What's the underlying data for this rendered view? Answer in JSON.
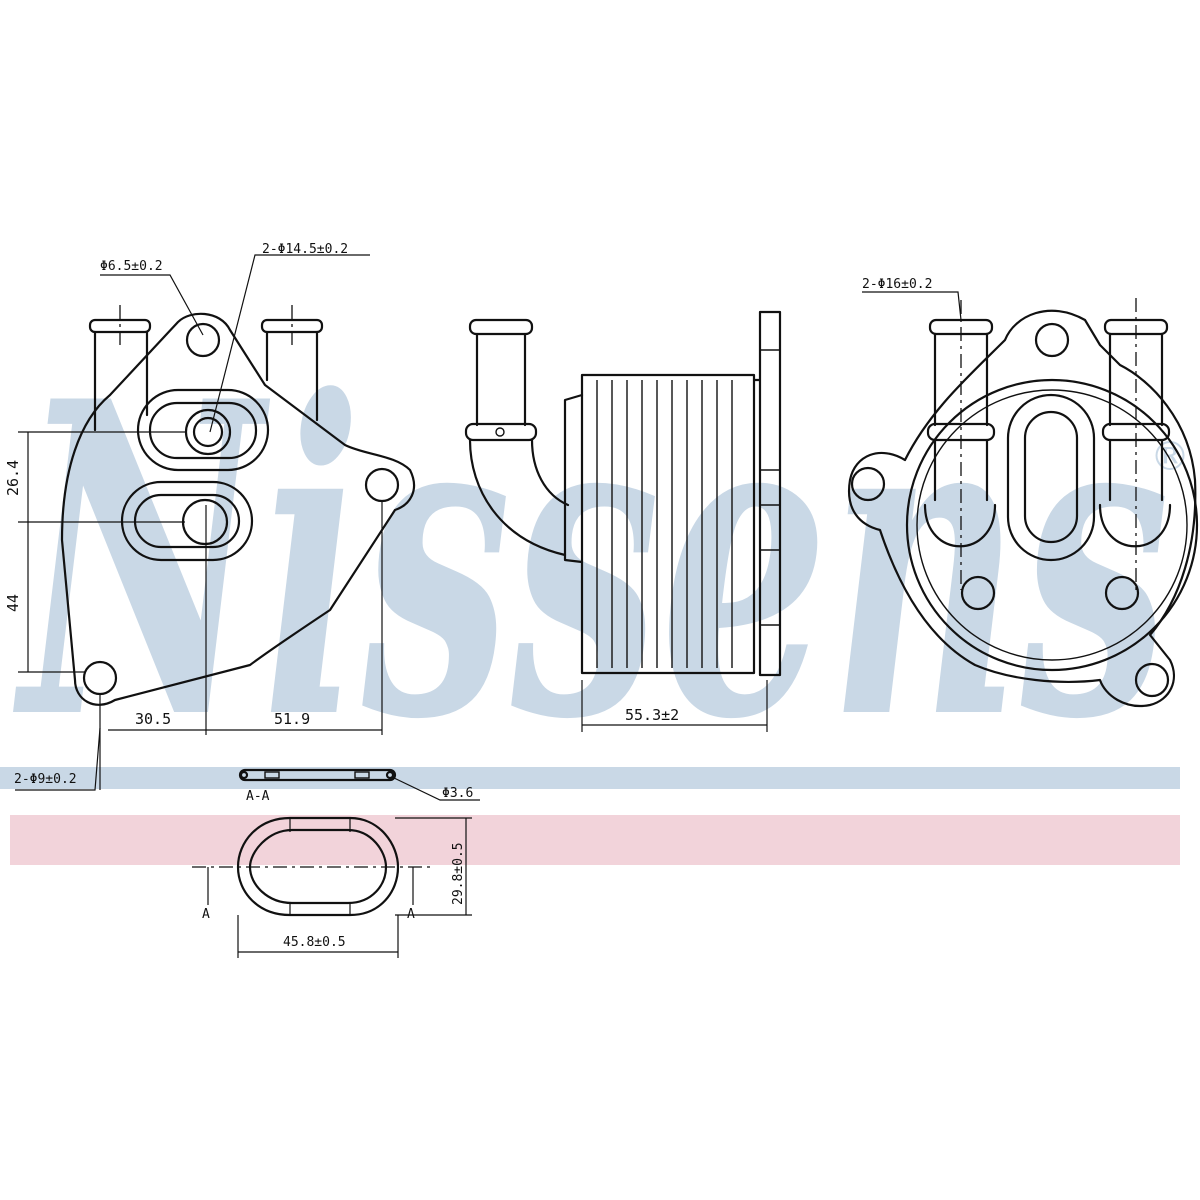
{
  "watermark": {
    "text": "Nissens",
    "registered_mark": "®",
    "color": "#c9d8e6",
    "band_blue": "#c9d8e6",
    "band_pink": "#f2d3da"
  },
  "labels": {
    "hole_small": "Φ6.5±0.2",
    "ports_front": "2-Φ14.5±0.2",
    "ports_back": "2-Φ16±0.2",
    "mount_holes": "2-Φ9±0.2",
    "dim_vertical_1": "26.4",
    "dim_vertical_2": "44",
    "dim_horizontal_1": "30.5",
    "dim_horizontal_2": "51.9",
    "dim_depth": "55.3±2",
    "gasket_section": "A-A",
    "gasket_thickness": "Φ3.6",
    "gasket_width": "45.8±0.5",
    "gasket_height": "29.8±0.5",
    "section_mark_left": "A",
    "section_mark_right": "A"
  }
}
